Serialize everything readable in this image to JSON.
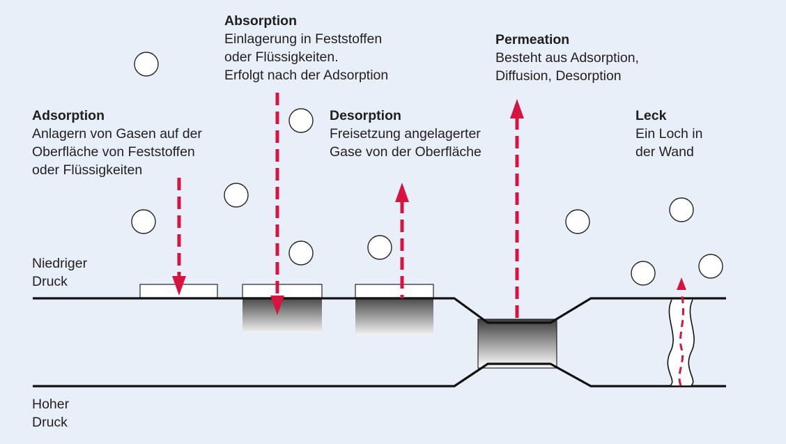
{
  "colors": {
    "background": "#e9eff9",
    "arrow": "#d6143f",
    "wall": "#111111",
    "molecule_fill": "#ffffff",
    "molecule_stroke": "#222222"
  },
  "labels": {
    "adsorption": {
      "title": "Adsorption",
      "lines": [
        "Anlagern von Gasen auf der",
        "Oberfläche von Feststoffen",
        "oder Flüssigkeiten"
      ]
    },
    "absorption": {
      "title": "Absorption",
      "lines": [
        "Einlagerung in Feststoffen",
        "oder Flüssigkeiten.",
        "Erfolgt nach der Adsorption"
      ]
    },
    "desorption": {
      "title": "Desorption",
      "lines": [
        "Freisetzung angelagerter",
        "Gase von der Oberfläche"
      ]
    },
    "permeation": {
      "title": "Permeation",
      "lines": [
        "Besteht aus Adsorption,",
        "Diffusion, Desorption"
      ]
    },
    "leck": {
      "title": "Leck",
      "lines": [
        "Ein Loch in",
        "der Wand"
      ]
    },
    "low_pressure": {
      "lines": [
        "Niedriger",
        "Druck"
      ]
    },
    "high_pressure": {
      "lines": [
        "Hoher",
        "Druck"
      ]
    }
  }
}
